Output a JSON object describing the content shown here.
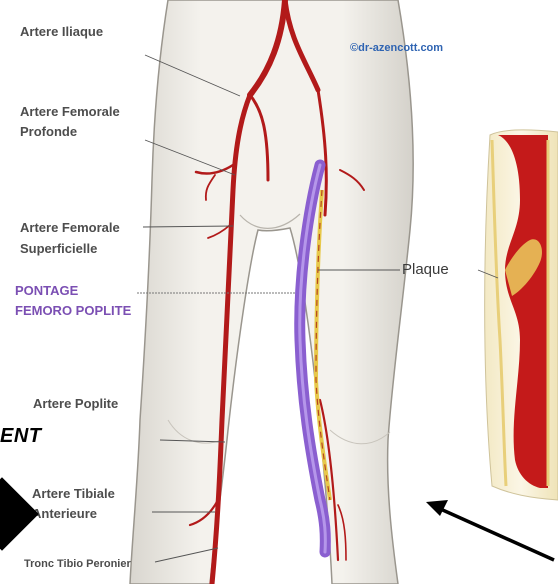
{
  "labels": {
    "artere_iliaque": "Artere Iliaque",
    "femorale_profonde_1": "Artere Femorale",
    "femorale_profonde_2": "Profonde",
    "femorale_superficielle_1": "Artere Femorale",
    "femorale_superficielle_2": "Superficielle",
    "pontage_1": "PONTAGE",
    "pontage_2": "FEMORO POPLITE",
    "artere_poplite": "Artere Poplite",
    "tibiale_anterieure_1": "Artere Tibiale",
    "tibiale_anterieure_2": "Anterieure",
    "tronc_tibio_peronier": "Tronc Tibio Peronier",
    "plaque": "Plaque",
    "credit": "©dr-azencott.com",
    "ent": "ENT"
  },
  "colors": {
    "artery": "#b21a1a",
    "bypass": "#8a5fd0",
    "plaque": "#e7c84a",
    "skin": "#f1efe9",
    "label_purple": "#7b4fb3"
  }
}
